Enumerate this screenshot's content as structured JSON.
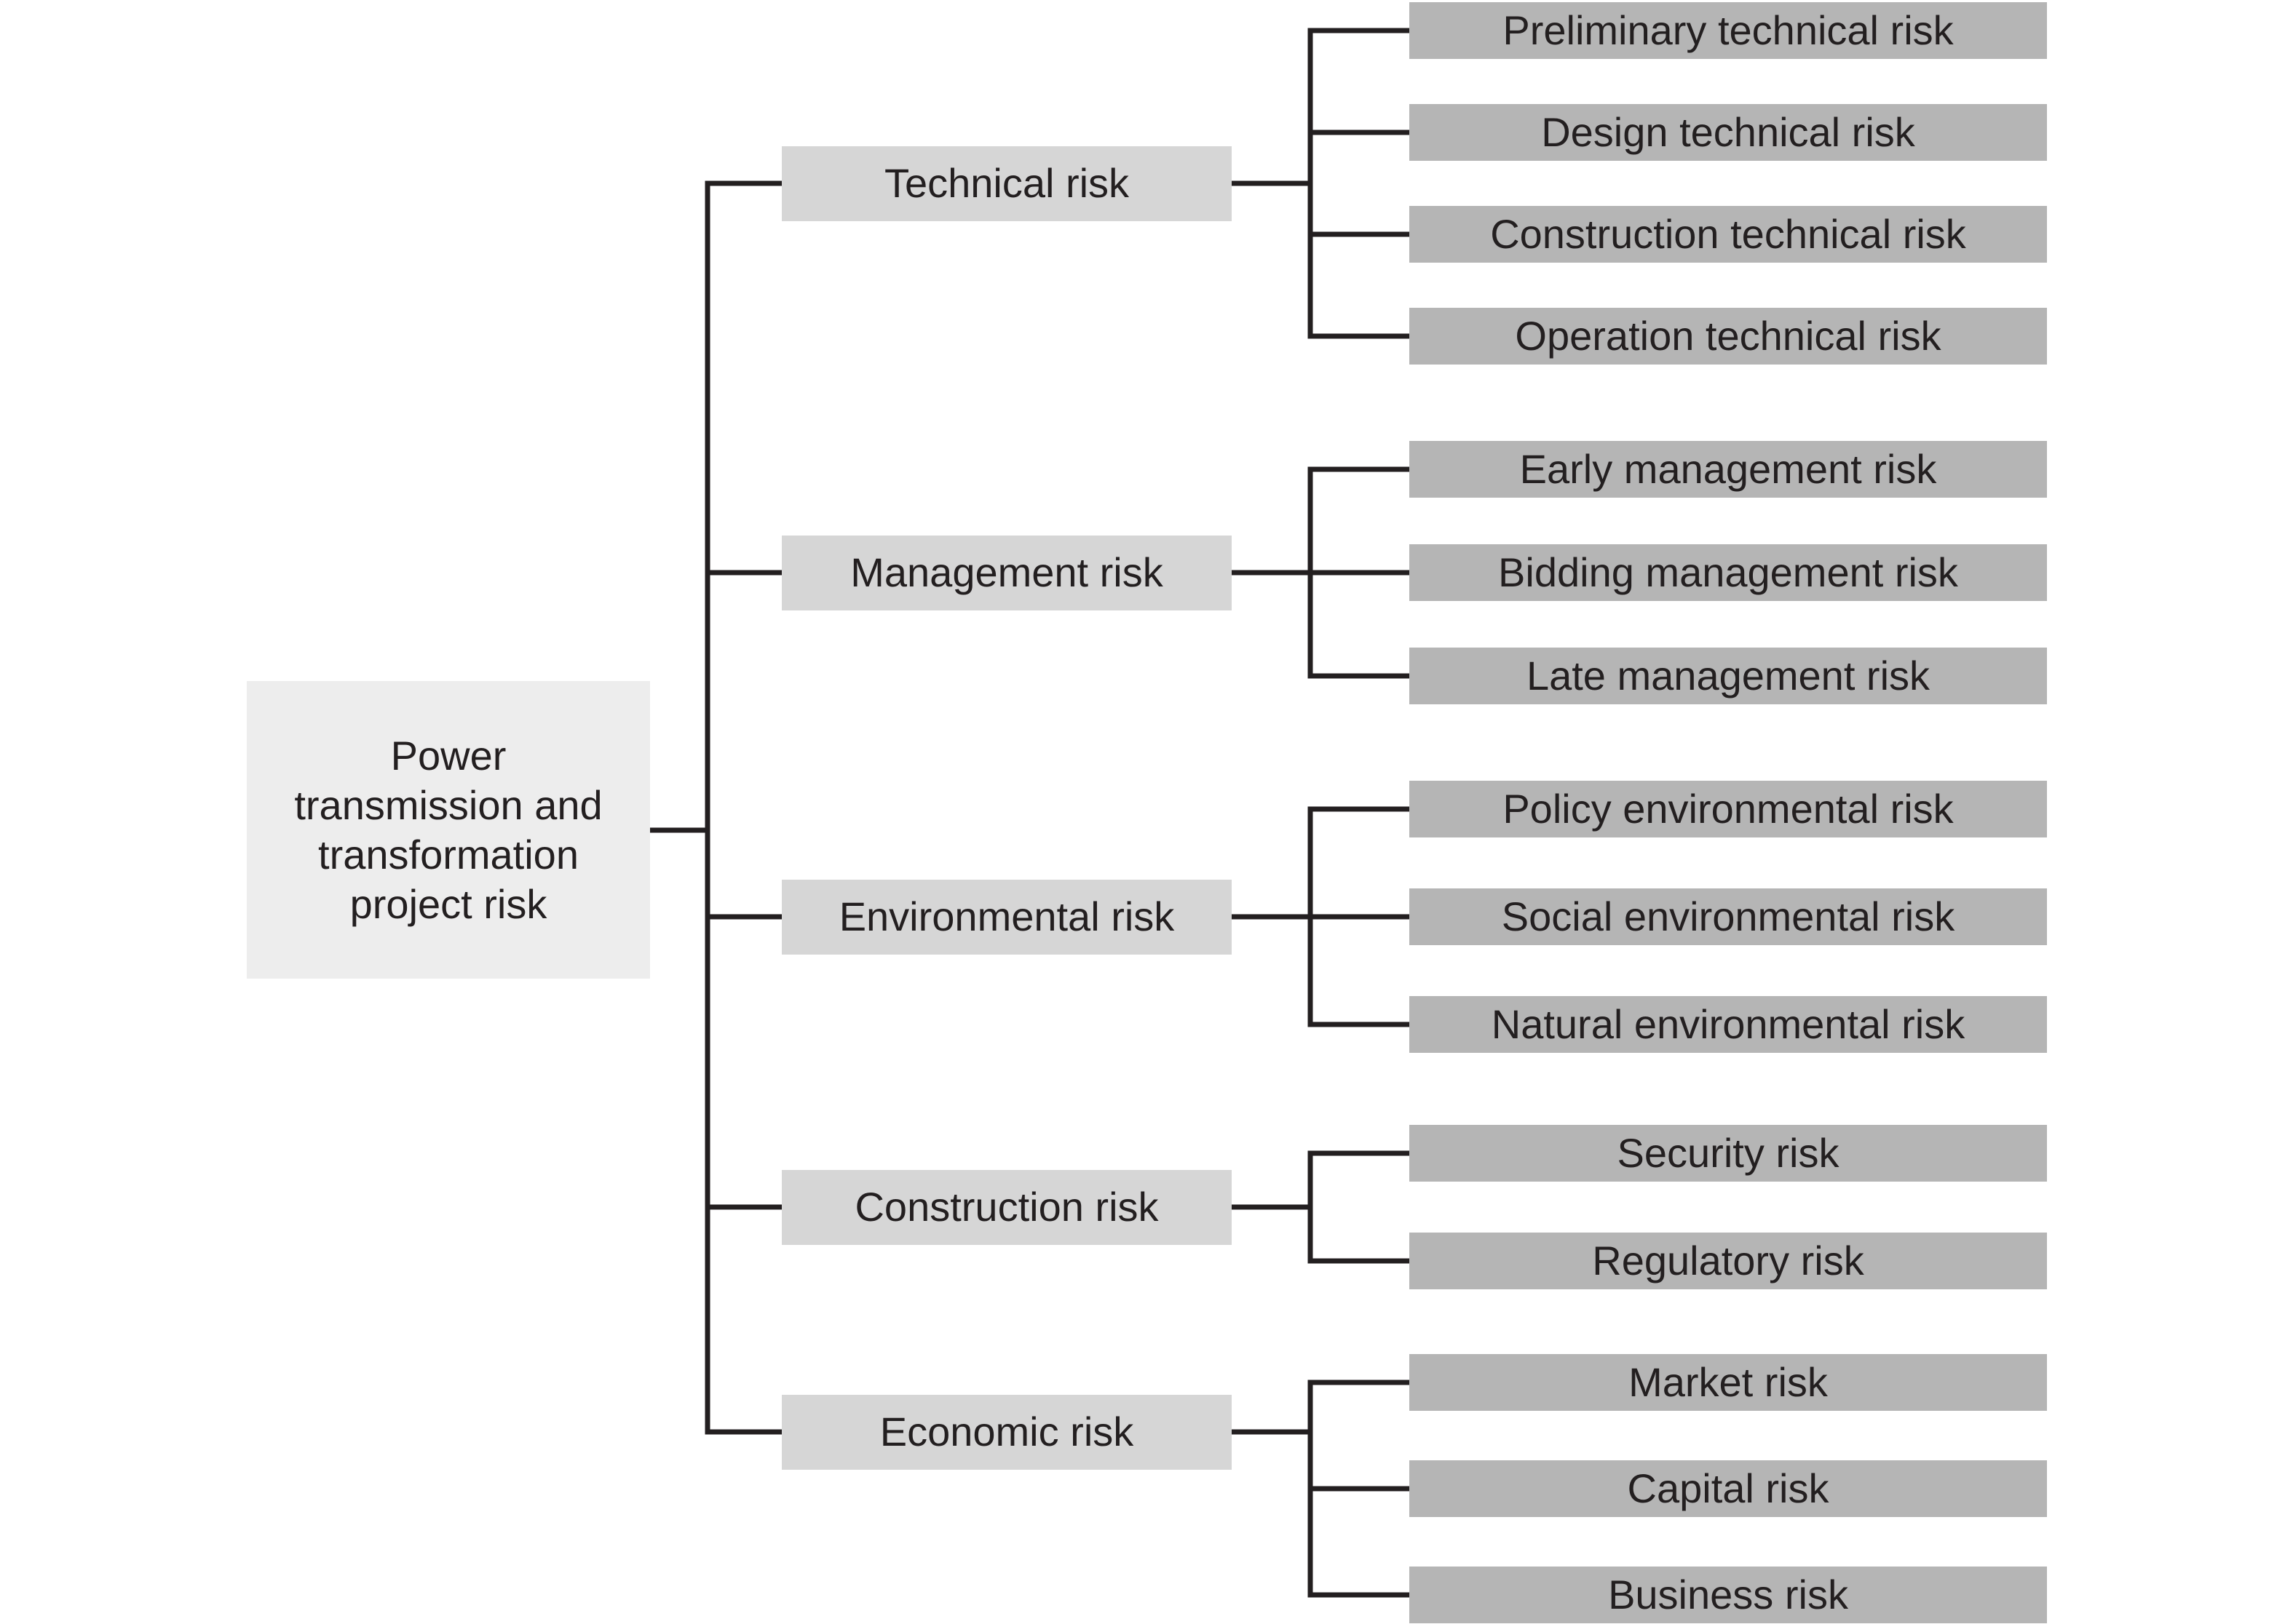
{
  "figure": {
    "background": "#ffffff",
    "line_color": "#231f20",
    "text_color": "#231f20",
    "root_fill": "#ededed",
    "branch_fill": "#d6d6d6",
    "leaf_fill": "#b5b5b5"
  },
  "root": {
    "label": "Power transmission and transformation project risk",
    "lines": [
      "Power",
      "transmission and",
      "transformation",
      "project risk"
    ]
  },
  "branches": [
    {
      "label": "Technical risk",
      "children": [
        "Preliminary technical risk",
        "Design technical risk",
        "Construction technical risk",
        "Operation technical risk"
      ]
    },
    {
      "label": "Management risk",
      "children": [
        "Early management risk",
        "Bidding management risk",
        "Late management risk"
      ]
    },
    {
      "label": "Environmental risk",
      "children": [
        "Policy environmental risk",
        "Social environmental risk",
        "Natural environmental risk"
      ]
    },
    {
      "label": "Construction risk",
      "children": [
        "Security risk",
        "Regulatory risk"
      ]
    },
    {
      "label": "Economic risk",
      "children": [
        "Market risk",
        "Capital risk",
        "Business risk"
      ]
    }
  ]
}
